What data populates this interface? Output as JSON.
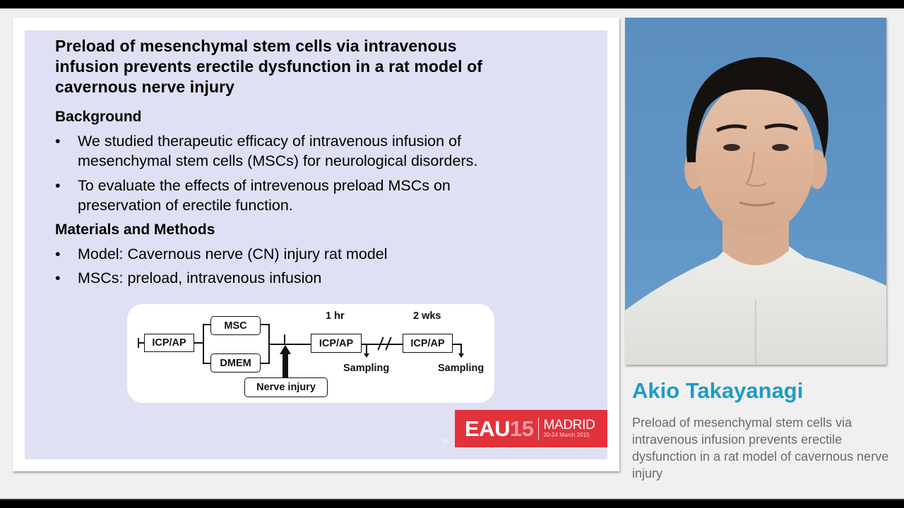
{
  "slide": {
    "title": "Preload of mesenchymal stem cells via intravenous infusion prevents erectile dysfunction in a rat model of cavernous nerve injury",
    "title_lines": [
      "Preload of mesenchymal stem cells via intravenous",
      "infusion prevents erectile dysfunction in a rat model of",
      "cavernous nerve injury"
    ],
    "sections": [
      {
        "heading": "Background",
        "bullets": [
          {
            "marker": "•",
            "lines": [
              "We studied therapeutic efficacy of intravenous infusion of",
              "mesenchymal stem cells (MSCs) for neurological disorders."
            ]
          },
          {
            "marker": "•",
            "lines": [
              "To evaluate the effects of intrevenous preload MSCs on",
              "preservation of erectile function."
            ]
          }
        ]
      },
      {
        "heading": "Materials and Methods",
        "bullets": [
          {
            "marker": "•",
            "lines": [
              "Model: Cavernous nerve (CN) injury rat model"
            ]
          },
          {
            "marker": "•",
            "lines": [
              "MSCs: preload, intravenous infusion"
            ]
          }
        ]
      }
    ],
    "diagram": {
      "box_icp_start": "ICP/AP",
      "box_msc": "MSC",
      "box_dmem": "DMEM",
      "box_nerve_injury": "Nerve injury",
      "time_1": "1 hr",
      "box_icp_1hr": "ICP/AP",
      "sampling_1": "Sampling",
      "break_mark": "//",
      "time_2": "2 wks",
      "box_icp_2wks": "ICP/AP",
      "sampling_2": "Sampling"
    },
    "logo": {
      "eau": "EAU",
      "number": "15",
      "city": "MADRID",
      "dates": "20-24 March 2015",
      "color": "#e2323b"
    }
  },
  "speaker": {
    "name": "Akio Takayanagi",
    "name_color": "#1c9cc6",
    "talk_title": "Preload of mesenchymal stem cells via intravenous infusion prevents erectile dysfunction in a rat model of cavernous nerve injury",
    "photo_background": "#5b8ebf"
  }
}
